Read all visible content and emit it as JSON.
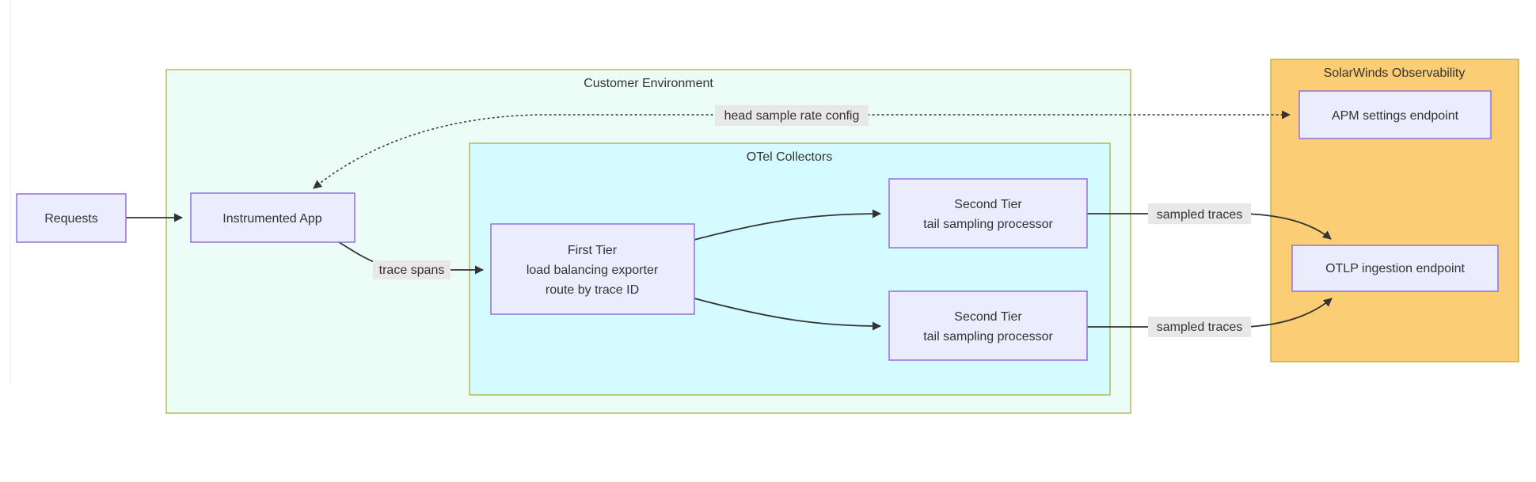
{
  "diagram": {
    "containers": {
      "customer_environment": {
        "label": "Customer Environment",
        "fill": "#ecfdf8",
        "border": "#aaaa33"
      },
      "otel_collectors": {
        "label": "OTel Collectors",
        "fill": "#d4fbff",
        "border": "#aaaa33"
      },
      "solarwinds": {
        "label": "SolarWinds Observability",
        "fill": "#fbce76",
        "border": "#aaaa33"
      }
    },
    "nodes": {
      "requests": {
        "label": "Requests"
      },
      "instrumented_app": {
        "label": "Instrumented App"
      },
      "first_tier": {
        "lines": [
          "First Tier",
          "load balancing exporter",
          "route by trace ID"
        ]
      },
      "second_tier_1": {
        "lines": [
          "Second Tier",
          "tail sampling processor"
        ]
      },
      "second_tier_2": {
        "lines": [
          "Second Tier",
          "tail sampling processor"
        ]
      },
      "apm_settings": {
        "label": "APM settings endpoint"
      },
      "otlp_ingestion": {
        "label": "OTLP ingestion endpoint"
      }
    },
    "edge_labels": {
      "head_sample_rate": "head sample rate config",
      "trace_spans": "trace spans",
      "sampled_traces_1": "sampled traces",
      "sampled_traces_2": "sampled traces"
    },
    "colors": {
      "node_fill": "#ececff",
      "node_border": "#9370db",
      "container_border": "#aaaa33",
      "edge": "#333333",
      "edge_label_bg": "#e8e8e8",
      "text": "#333333",
      "background": "#ffffff"
    }
  }
}
